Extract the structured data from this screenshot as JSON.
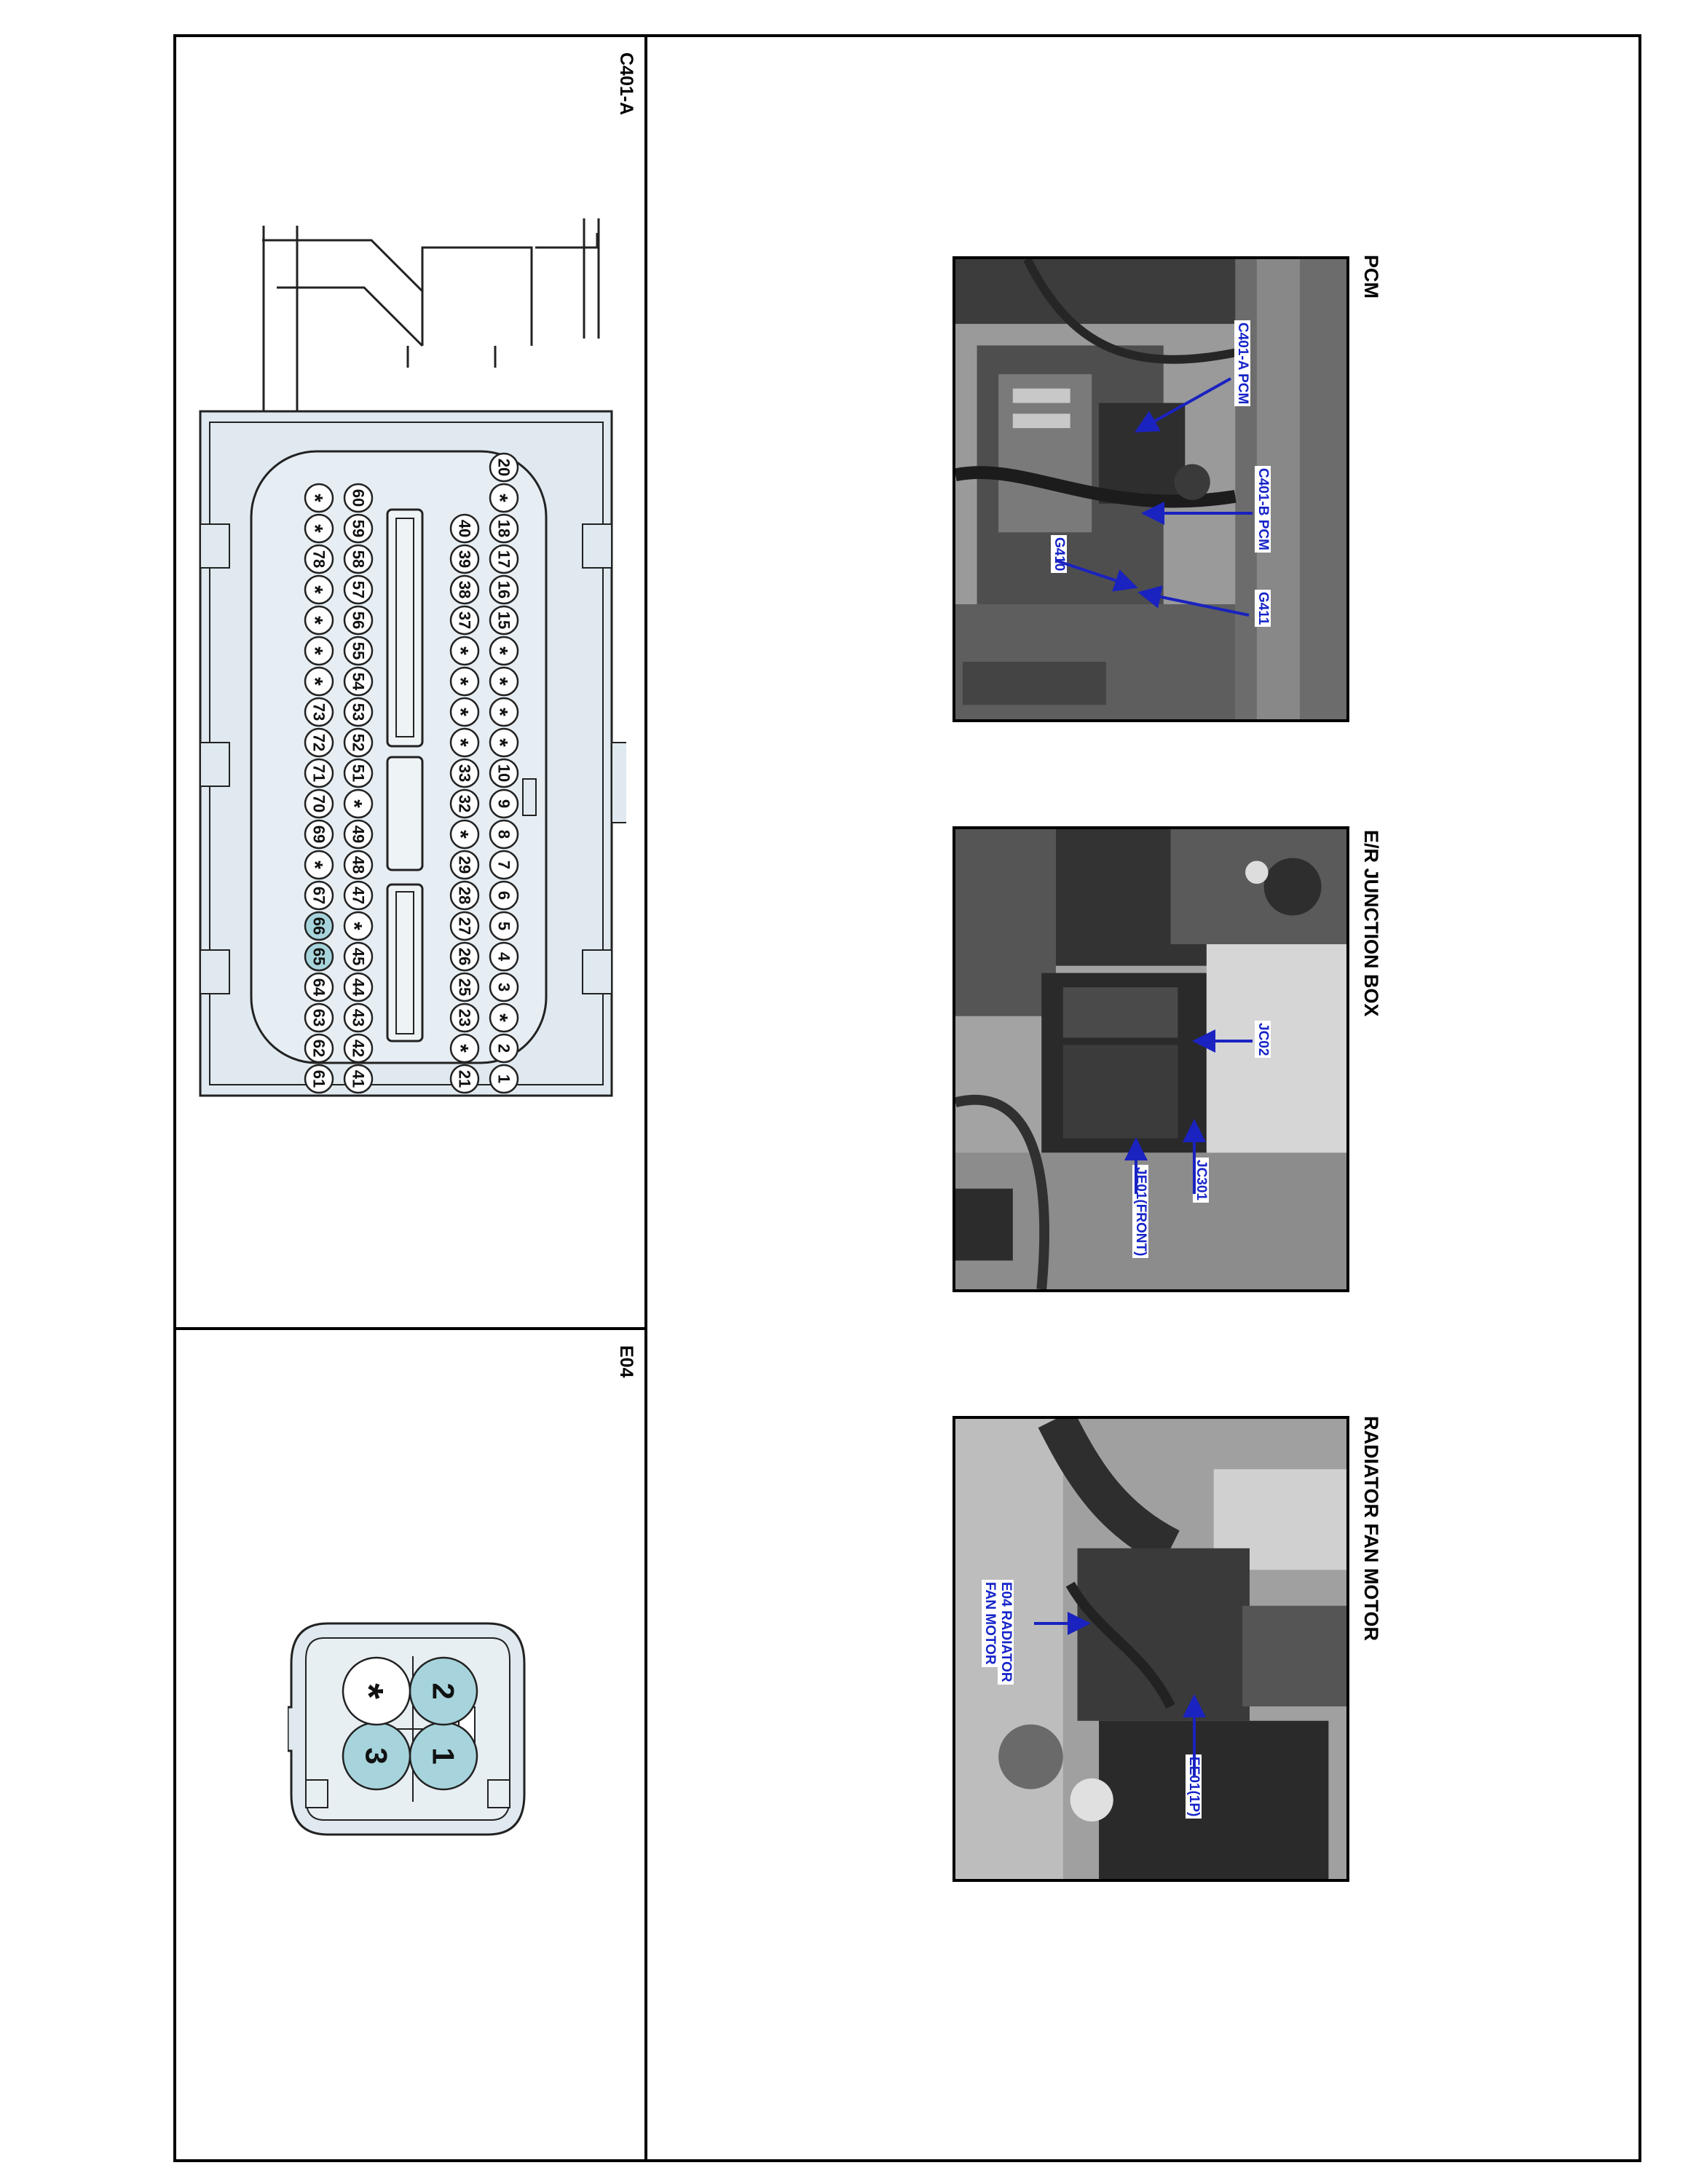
{
  "colors": {
    "connector_fill": "#dfe9ef",
    "pin_fill": "#a7d4dc",
    "callout_text": "#1524c8",
    "callout_arrow": "#1a22c0",
    "frame": "#000000"
  },
  "panels": {
    "c401a": {
      "title": "C401-A",
      "pin_rows": [
        [
          "1",
          "2",
          "*",
          "3",
          "4",
          "5",
          "6",
          "7",
          "8",
          "9",
          "10",
          "*",
          "*",
          "*",
          "*",
          "15",
          "16",
          "17",
          "18",
          "*",
          "20"
        ],
        [
          "21",
          "*",
          "23",
          "25",
          "26",
          "27",
          "28",
          "29",
          "*",
          "32",
          "33",
          "*",
          "*",
          "*",
          "*",
          "37",
          "38",
          "39",
          "40"
        ],
        [
          "41",
          "42",
          "43",
          "44",
          "45",
          "*",
          "47",
          "48",
          "49",
          "*",
          "51",
          "52",
          "53",
          "54",
          "55",
          "56",
          "57",
          "58",
          "59",
          "60"
        ],
        [
          "61",
          "62",
          "63",
          "64",
          "65",
          "66",
          "67",
          "*",
          "69",
          "70",
          "71",
          "72",
          "73",
          "*",
          "*",
          "*",
          "*",
          "78",
          "*",
          "*"
        ]
      ],
      "highlighted_pins": [
        "65",
        "66"
      ]
    },
    "e04": {
      "title": "E04",
      "pins": [
        "1",
        "2",
        "3",
        "*"
      ],
      "highlighted_pins": [
        "1",
        "2",
        "3"
      ]
    },
    "photos": [
      {
        "title": "PCM",
        "callouts": [
          "C401-A PCM",
          "C401-B PCM",
          "G410",
          "G411"
        ]
      },
      {
        "title": "E/R JUNCTION BOX",
        "callouts": [
          "JC02",
          "JC301",
          "JE01(FRONT)"
        ]
      },
      {
        "title": "RADIATOR FAN MOTOR",
        "callouts": [
          "E04 RADIATOR",
          "FAN MOTOR",
          "EE01(1P)"
        ]
      }
    ]
  }
}
